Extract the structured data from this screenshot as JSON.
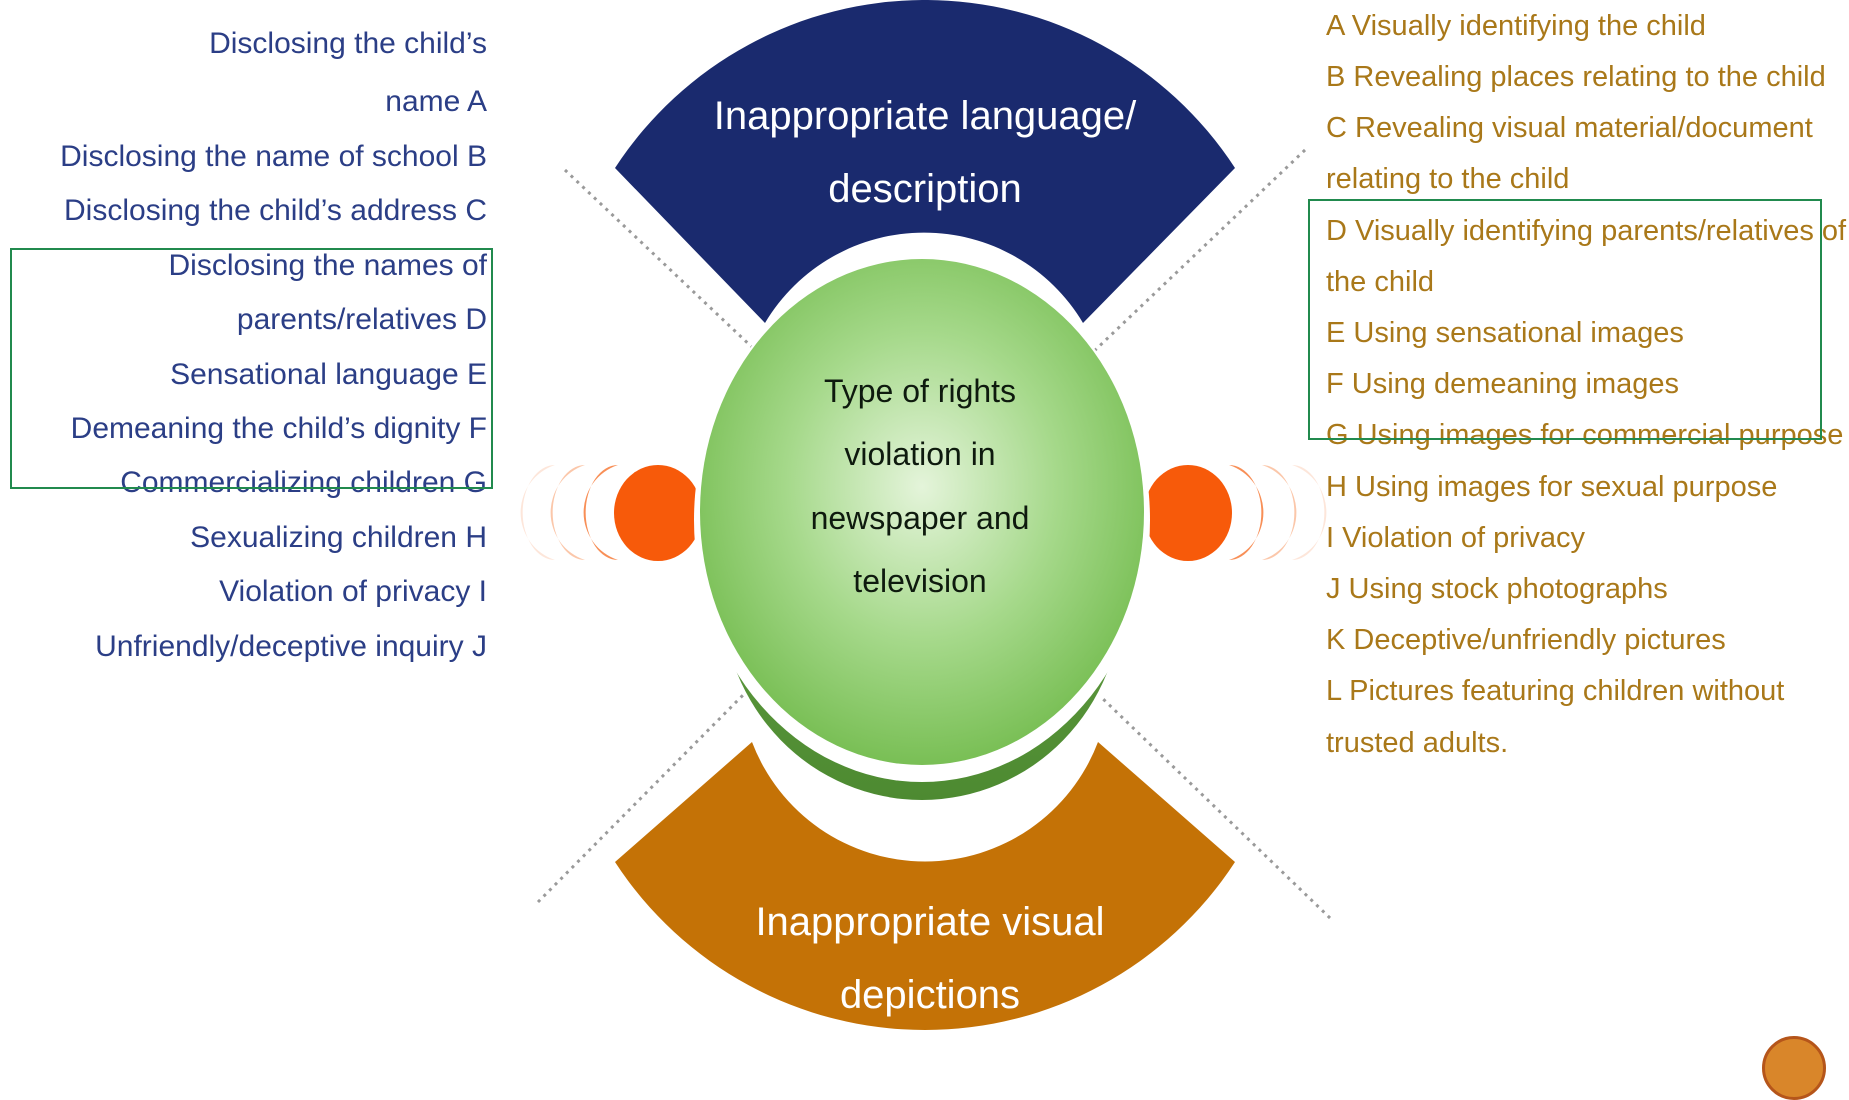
{
  "left_list": [
    "Disclosing the child’s",
    "name A",
    "Disclosing the name of school B",
    "Disclosing the child’s address C",
    "Disclosing the names of",
    "parents/relatives D",
    "Sensational language E",
    "Demeaning the child’s dignity F",
    "Commercializing children G",
    "Sexualizing children H",
    "Violation of privacy I",
    "Unfriendly/deceptive inquiry J"
  ],
  "right_list": [
    "A Visually identifying the child",
    "B Revealing places relating to the child",
    "C Revealing visual material/document",
    "relating to the child",
    "D Visually identifying parents/relatives of",
    "the child",
    "E Using sensational images",
    "F Using demeaning images",
    "G Using images for commercial purpose",
    "H Using images for sexual purpose",
    "I Violation of privacy",
    "J Using stock photographs",
    "K Deceptive/unfriendly pictures",
    "L Pictures featuring children without",
    "trusted adults."
  ],
  "top_arc": {
    "line1": "Inappropriate language/",
    "line2": "description"
  },
  "bottom_arc": {
    "line1": "Inappropriate visual",
    "line2": "depictions"
  },
  "center": {
    "line1": "Type of rights",
    "line2": "violation in",
    "line3": "newspaper and",
    "line4": "television"
  },
  "colors": {
    "top_arc": "#1a2a6e",
    "bottom_arc": "#c47206",
    "center_green": "#84c75f",
    "left_text": "#2b3e86",
    "right_text": "#a97819",
    "box_outline": "#218a4e",
    "accent_orange": "#f75a0a"
  }
}
